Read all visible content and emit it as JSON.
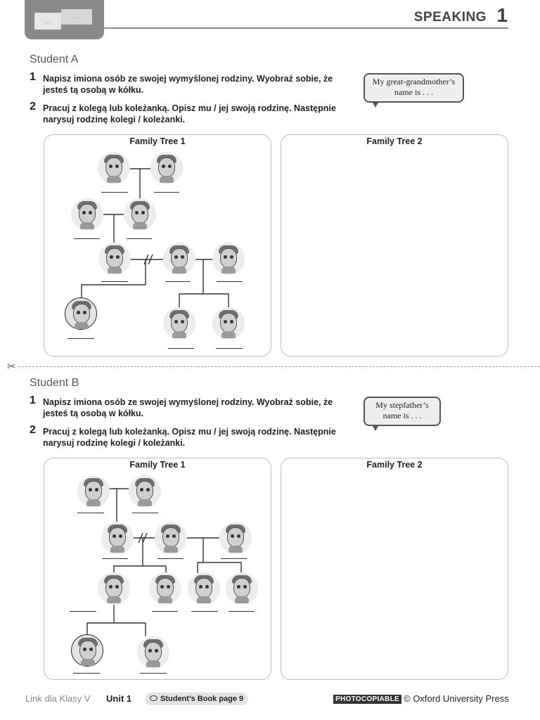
{
  "header": {
    "bubble_left": "...",
    "bubble_right": "...",
    "title": "SPEAKING",
    "unit_number": "1"
  },
  "student_a": {
    "heading": "Student A",
    "task1_num": "1",
    "task1_text": "Napisz imiona osób ze swojej wymyślonej rodziny. Wyobraź sobie, że jesteś tą osobą w kółku.",
    "task2_num": "2",
    "task2_text": "Pracuj z kolegą lub koleżanką. Opisz mu / jej swoją rodzinę. Następnie narysuj rodzinę kolegi / koleżanki.",
    "bubble_text": "My great-grandmother’s name is . . .",
    "tree1_title": "Family Tree 1",
    "tree2_title": "Family Tree 2"
  },
  "student_b": {
    "heading": "Student B",
    "task1_num": "1",
    "task1_text": "Napisz imiona osób ze swojej wymyślonej rodziny. Wyobraź sobie, że jesteś tą osobą w kółku.",
    "task2_num": "2",
    "task2_text": "Pracuj z kolegą lub koleżanką. Opisz mu / jej swoją rodzinę. Następnie narysuj rodzinę kolegi / koleżanki.",
    "bubble_text": "My stepfather’s name is . . .",
    "tree1_title": "Family Tree 1",
    "tree2_title": "Family Tree 2"
  },
  "footer": {
    "series": "Link dla Klasy V",
    "unit": "Unit 1",
    "book_ref": "Student’s Book page 9",
    "photocopiable": "PHOTOCOPIABLE",
    "copyright": "© Oxford University Press"
  },
  "icons": {
    "scissors": "scissors-icon",
    "eye": "eye-icon"
  }
}
